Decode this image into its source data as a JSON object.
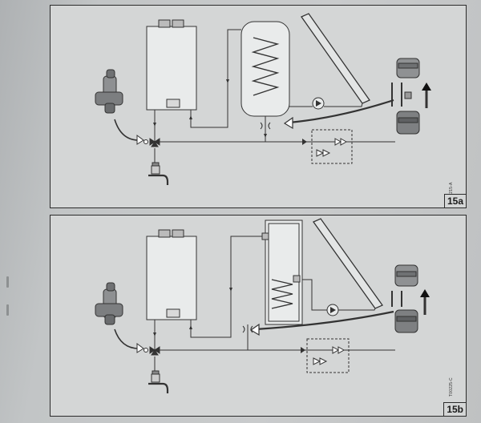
{
  "figures": [
    {
      "label": "15a",
      "ref_code": "T00215-A"
    },
    {
      "label": "15b",
      "ref_code": "T00225-C"
    }
  ]
}
